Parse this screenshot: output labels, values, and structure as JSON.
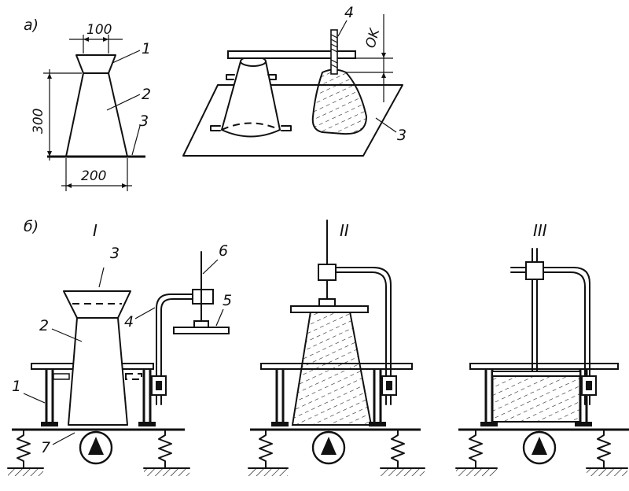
{
  "part_labels": {
    "a": "а)",
    "b": "б)"
  },
  "top_left": {
    "dimensions": {
      "top": "100",
      "height": "300",
      "bottom": "200"
    },
    "callouts": {
      "c1": "1",
      "c2": "2",
      "c3": "3"
    }
  },
  "top_right": {
    "dimension": "OK",
    "callouts": {
      "c4": "4",
      "c3": "3"
    }
  },
  "bottom": {
    "stages": {
      "s1": "I",
      "s2": "II",
      "s3": "III"
    },
    "callouts": {
      "c1": "1",
      "c2": "2",
      "c3": "3",
      "c4": "4",
      "c5": "5",
      "c6": "6",
      "c7": "7"
    }
  }
}
